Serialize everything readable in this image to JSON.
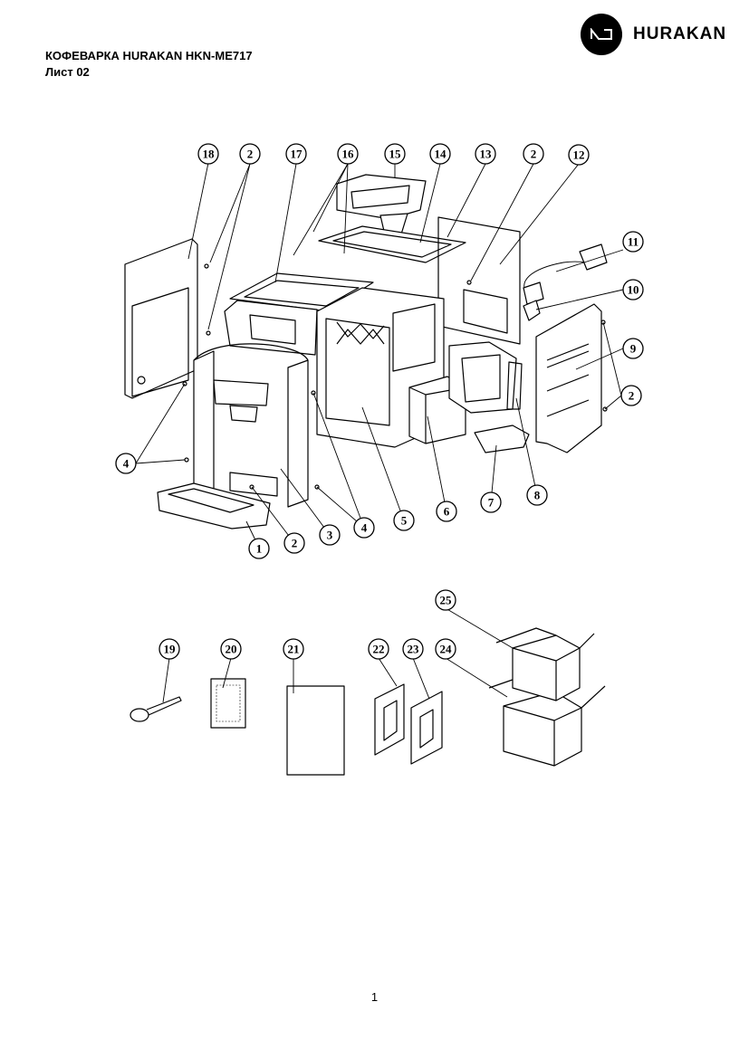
{
  "header": {
    "title": "КОФЕВАРКА HURAKAN HKN-ME717",
    "sheet": "Лист 02"
  },
  "brand": {
    "name": "HURAKAN"
  },
  "page_number": "1",
  "callouts": {
    "c1": "1",
    "c2a": "2",
    "c2b": "2",
    "c2c": "2",
    "c2d": "2",
    "c3": "3",
    "c4a": "4",
    "c4b": "4",
    "c5": "5",
    "c6": "6",
    "c7": "7",
    "c8": "8",
    "c9": "9",
    "c10": "10",
    "c11": "11",
    "c12": "12",
    "c13": "13",
    "c14": "14",
    "c15": "15",
    "c16": "16",
    "c17": "17",
    "c18": "18",
    "c19": "19",
    "c20": "20",
    "c21": "21",
    "c22": "22",
    "c23": "23",
    "c24": "24",
    "c25": "25"
  }
}
